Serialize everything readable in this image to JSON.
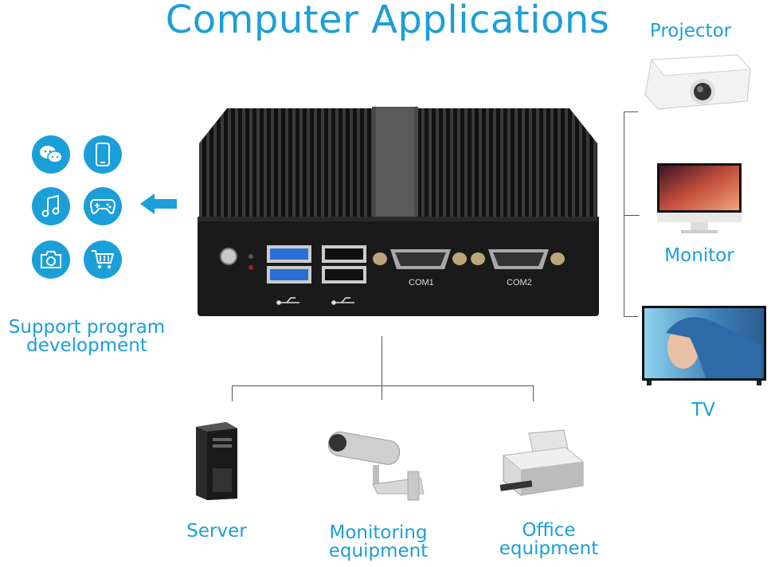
{
  "title": "Computer Applications",
  "left": {
    "label_line1": "Support program",
    "label_line2": "development"
  },
  "right": {
    "projector": "Projector",
    "monitor": "Monitor",
    "tv": "TV"
  },
  "bottom": {
    "server": "Server",
    "monitoring_line1": "Monitoring",
    "monitoring_line2": "equipment",
    "office_line1": "Office",
    "office_line2": "equipment"
  },
  "device": {
    "com1": "COM1",
    "com2": "COM2"
  },
  "colors": {
    "accent": "#1b9fd9",
    "device_body": "#1a1a1a",
    "usb3": "#2b6fd6"
  },
  "app_icons": [
    "chat-icon",
    "phone-icon",
    "music-icon",
    "gamepad-icon",
    "camera-icon",
    "cart-icon"
  ]
}
